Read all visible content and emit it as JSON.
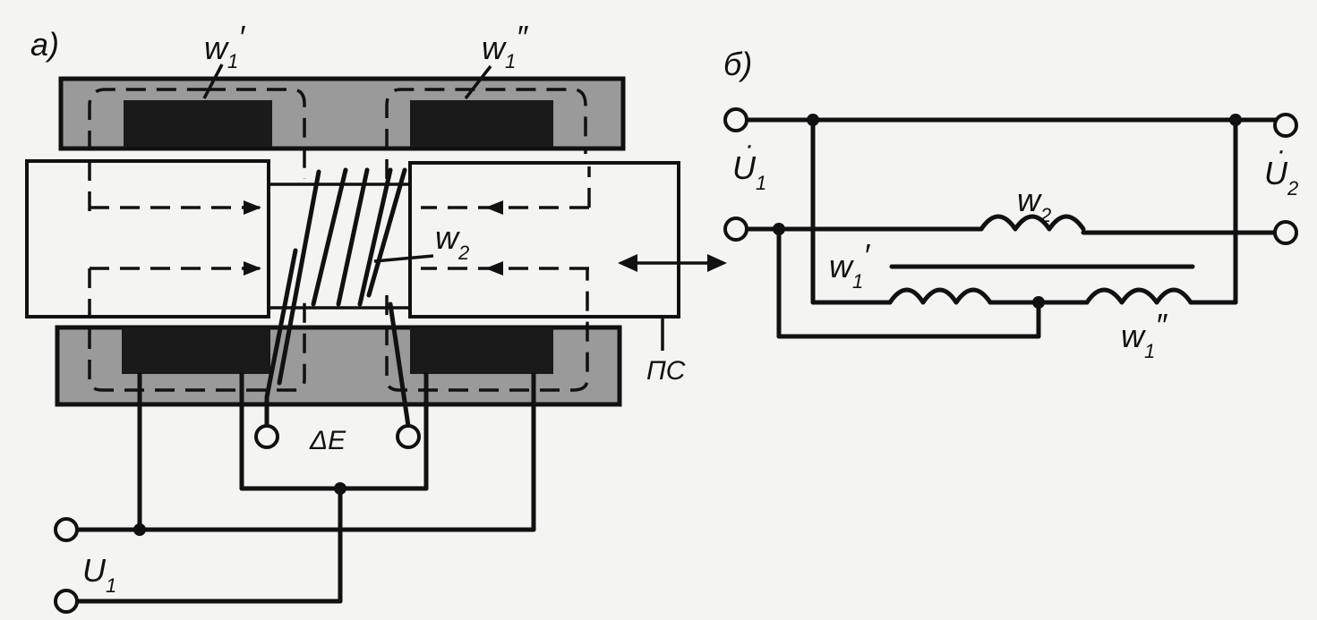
{
  "figure_a": {
    "panel_label": "а)",
    "winding_primary_1": {
      "base": "w",
      "sub": "1",
      "mark": "′"
    },
    "winding_primary_2": {
      "base": "w",
      "sub": "1",
      "mark": "″"
    },
    "winding_secondary": {
      "base": "w",
      "sub": "2"
    },
    "emf_label": "ΔE",
    "core_label": "ПС",
    "voltage_label": {
      "base": "U",
      "sub": "1"
    }
  },
  "figure_b": {
    "panel_label": "б)",
    "input_voltage": {
      "base": "U",
      "sub": "1",
      "accent": "·"
    },
    "output_voltage": {
      "base": "U",
      "sub": "2",
      "accent": "·"
    },
    "winding_secondary": {
      "base": "w",
      "sub": "2"
    },
    "winding_primary_1": {
      "base": "w",
      "sub": "1",
      "mark": "′"
    },
    "winding_primary_2": {
      "base": "w",
      "sub": "1",
      "mark": "″"
    }
  }
}
